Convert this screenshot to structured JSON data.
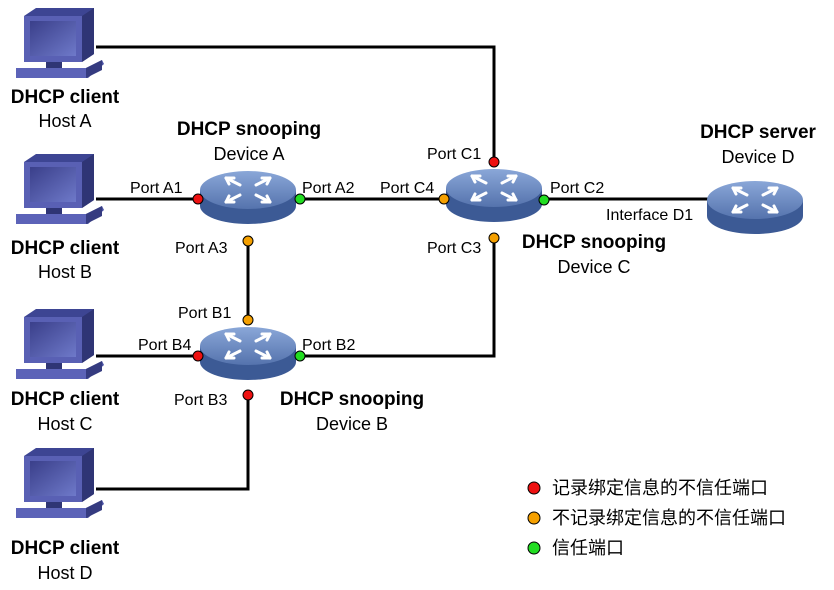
{
  "colors": {
    "record_untrusted": "#ee1111",
    "norecord_untrusted": "#f5a000",
    "trusted": "#22dd22",
    "device": "#5c7db6",
    "host": "#4b55a8"
  },
  "hosts": [
    {
      "role": "DHCP client",
      "name": "Host A"
    },
    {
      "role": "DHCP client",
      "name": "Host B"
    },
    {
      "role": "DHCP client",
      "name": "Host C"
    },
    {
      "role": "DHCP client",
      "name": "Host D"
    }
  ],
  "devices": {
    "a": {
      "role": "DHCP snooping",
      "name": "Device A"
    },
    "b": {
      "role": "DHCP snooping",
      "name": "Device B"
    },
    "c": {
      "role": "DHCP snooping",
      "name": "Device C"
    },
    "d": {
      "role": "DHCP server",
      "name": "Device D"
    }
  },
  "ports": {
    "a1": "Port A1",
    "a2": "Port A2",
    "a3": "Port A3",
    "b1": "Port B1",
    "b2": "Port B2",
    "b3": "Port B3",
    "b4": "Port B4",
    "c1": "Port C1",
    "c2": "Port C2",
    "c3": "Port C3",
    "c4": "Port C4",
    "d1": "Interface D1"
  },
  "legend": [
    {
      "label": "记录绑定信息的不信任端口",
      "color_key": "record_untrusted"
    },
    {
      "label": "不记录绑定信息的不信任端口",
      "color_key": "norecord_untrusted"
    },
    {
      "label": "信任端口",
      "color_key": "trusted"
    }
  ]
}
